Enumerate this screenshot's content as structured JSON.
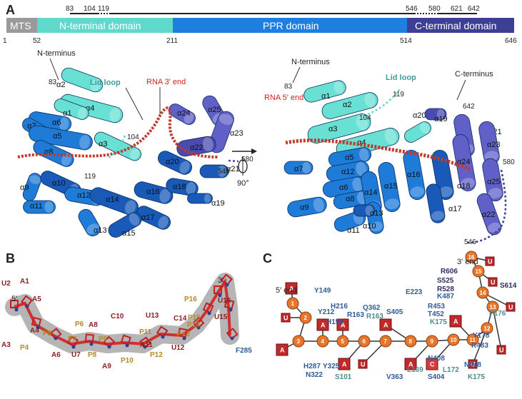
{
  "panel_a": {
    "letter": "A",
    "top_ticks": [
      "83",
      "104",
      "119",
      "546",
      "580",
      "621",
      "642"
    ],
    "domains": [
      {
        "label": "MTS",
        "color": "#9a9a9a"
      },
      {
        "label": "N-terminal domain",
        "color": "#5fd9cc"
      },
      {
        "label": "PPR domain",
        "color": "#1f7fe0"
      },
      {
        "label": "C-terminal domain",
        "color": "#3d3f94"
      }
    ],
    "bottom_ticks": [
      "1",
      "52",
      "211",
      "514",
      "646"
    ],
    "left_view": {
      "n_terminus": "N-terminus",
      "lid_loop": "Lid loop",
      "rna_end": "RNA 3′ end",
      "numbers": [
        "83",
        "104",
        "119",
        "580",
        "546"
      ],
      "helices": [
        "α2",
        "α4",
        "α1",
        "α6",
        "α7",
        "α5",
        "α3",
        "α8",
        "α24",
        "α25",
        "α23",
        "α22",
        "α20",
        "α21",
        "α9",
        "α10",
        "α12",
        "α11",
        "α14",
        "α16",
        "α18",
        "α17",
        "α19",
        "α13",
        "α15"
      ]
    },
    "rotation": "90°",
    "right_view": {
      "n_terminus": "N-terminus",
      "c_terminus": "C-terminus",
      "lid_loop": "Lid loop",
      "rna_end": "RNA 5′ end",
      "numbers": [
        "83",
        "119",
        "104",
        "642",
        "580",
        "546"
      ],
      "helices": [
        "α1",
        "α2",
        "α3",
        "α4",
        "α20",
        "α19",
        "α21",
        "α24",
        "α23",
        "α25",
        "α22",
        "α5",
        "α7",
        "α12",
        "α6",
        "α8",
        "α9",
        "α14",
        "α15",
        "α16",
        "α18",
        "α17",
        "α10",
        "α11",
        "α13"
      ]
    }
  },
  "panel_b": {
    "letter": "B",
    "end_5": "5′",
    "end_3": "3′",
    "bases": [
      "U2",
      "A1",
      "A5",
      "A4",
      "P5",
      "A3",
      "P4",
      "P6",
      "A6",
      "P7",
      "U7",
      "A8",
      "P8",
      "P9",
      "C10",
      "A9",
      "P10",
      "A11",
      "P11",
      "U13",
      "P12",
      "U12",
      "C14",
      "P13",
      "P14",
      "P15",
      "P16",
      "U16",
      "U15"
    ]
  },
  "panel_c": {
    "letter": "C",
    "end_5": "5′ end",
    "end_3": "3′ end",
    "nucleotides": [
      "1",
      "2",
      "3",
      "4",
      "5",
      "6",
      "7",
      "8",
      "9",
      "10",
      "11",
      "12",
      "13",
      "14",
      "15",
      "16"
    ],
    "bases": [
      "A",
      "U",
      "A",
      "A",
      "A",
      "A",
      "U",
      "A",
      "A",
      "C",
      "A",
      "U",
      "U",
      "U",
      "U",
      "U"
    ],
    "residues_blue": [
      "Y149",
      "Y212",
      "F285",
      "H216",
      "H156",
      "H287",
      "Y325",
      "N322",
      "Q362",
      "S405",
      "E223",
      "R453",
      "T452",
      "N408",
      "N448",
      "R483",
      "Y178",
      "R606",
      "S525",
      "R528",
      "K487",
      "S614",
      "V363",
      "S404",
      "R163"
    ],
    "residues_teal": [
      "R163",
      "K175",
      "S101",
      "L169",
      "L172",
      "P176",
      "K175"
    ]
  }
}
